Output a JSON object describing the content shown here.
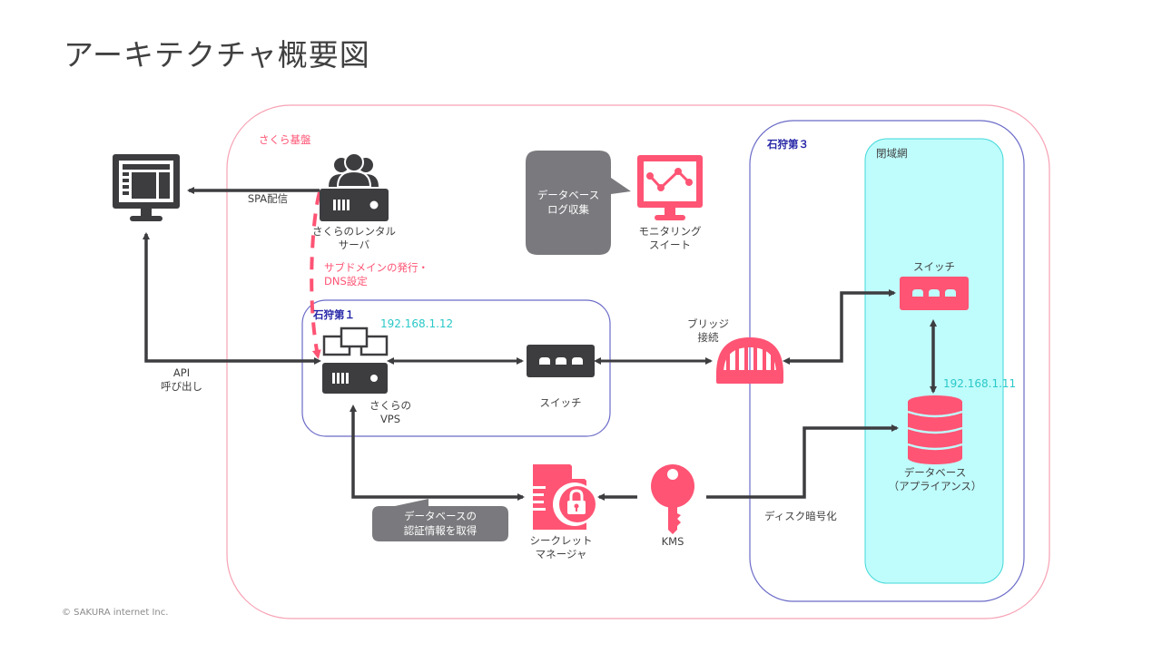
{
  "title": "アーキテクチャ概要図",
  "copyright": "© SAKURA internet Inc.",
  "colors": {
    "brand_pink": "#ff5474",
    "dark_icon": "#3d3d40",
    "zone_pink": "#f7a2b4",
    "zone_blue": "#6b6bc8",
    "closed_net_fill": "#bffcfc",
    "closed_net_border": "#42d8d8",
    "ip_text": "#2bc8c8",
    "bubble_gray": "#7a7a7e"
  },
  "zones": {
    "sakura_platform": "さくら基盤",
    "ishikari_1": "石狩第１",
    "ishikari_3": "石狩第３",
    "closed_network": "閉域網"
  },
  "nodes": {
    "browser": {
      "icon": "browser-monitor-icon"
    },
    "rental_server": {
      "label_line1": "さくらのレンタル",
      "label_line2": "サーバ",
      "icon": "users-server-icon"
    },
    "monitoring": {
      "label_line1": "モニタリング",
      "label_line2": "スイート",
      "icon": "monitor-chart-icon"
    },
    "vps": {
      "label_line1": "さくらの",
      "label_line2": "VPS",
      "ip": "192.168.1.12",
      "icon": "server-network-icon"
    },
    "switch_1": {
      "label": "スイッチ",
      "icon": "switch-icon"
    },
    "bridge": {
      "label_line1": "ブリッジ",
      "label_line2": "接続",
      "icon": "bridge-icon"
    },
    "switch_3": {
      "label": "スイッチ",
      "icon": "switch-icon"
    },
    "database": {
      "label_line1": "データベース",
      "label_line2": "（アプライアンス）",
      "ip": "192.168.1.11",
      "icon": "database-icon"
    },
    "secret_manager": {
      "label_line1": "シークレット",
      "label_line2": "マネージャ",
      "icon": "secret-document-lock-icon"
    },
    "kms": {
      "label": "KMS",
      "icon": "key-icon"
    }
  },
  "edges": {
    "spa": "SPA配信",
    "api_line1": "API",
    "api_line2": "呼び出し",
    "subdomain_line1": "サブドメインの発行・",
    "subdomain_line2": "DNS設定",
    "disk_encryption": "ディスク暗号化"
  },
  "callouts": {
    "log_collect_line1": "データベース",
    "log_collect_line2": "ログ収集",
    "credentials_line1": "データベースの",
    "credentials_line2": "認証情報を取得"
  }
}
